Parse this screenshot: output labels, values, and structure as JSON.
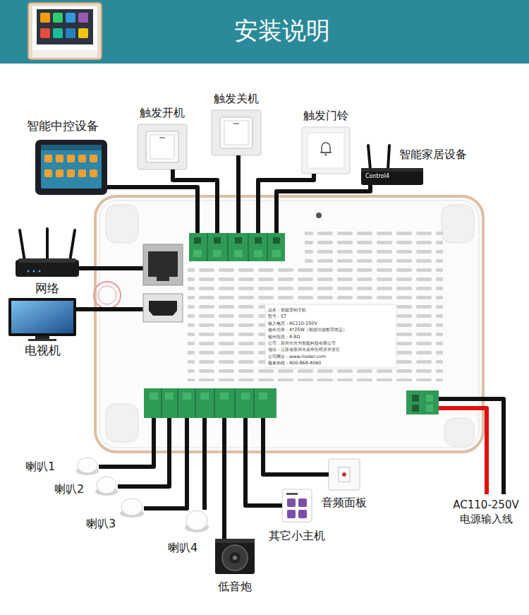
{
  "diagram": {
    "title": "安装说明",
    "nodes": [
      {
        "text": [
          "智能中控设备"
        ]
      },
      {
        "text": [
          "触发开机"
        ]
      },
      {
        "text": [
          "触发关机"
        ]
      },
      {
        "text": [
          "触发门铃"
        ]
      },
      {
        "text": [
          "智能家居设备",
          "Control4"
        ]
      },
      {
        "text": [
          "网络"
        ]
      },
      {
        "text": [
          "电视机"
        ]
      },
      {
        "text": [
          "品名：智能音响主机",
          "型号：S7",
          "输入电压：AC110-250V",
          "输出功率：4*25W（根据功放数字而定）",
          "输出阻抗：4-8Ω",
          "公司：苏州市吉为智能科技有限公司",
          "地址：江苏省苏州市吴中区经济开发区",
          "公司网址：www.insder.com",
          "服务热线：400-868-4060"
        ]
      },
      {
        "text": [
          "喇叭1"
        ]
      },
      {
        "text": [
          "喇叭2"
        ]
      },
      {
        "text": [
          "喇叭3"
        ]
      },
      {
        "text": [
          "喇叭4"
        ]
      },
      {
        "text": [
          "低音炮"
        ]
      },
      {
        "text": [
          "其它小主机"
        ]
      },
      {
        "text": [
          "音频面板"
        ]
      }
    ],
    "edges": [
      {
        "from": 7,
        "to": 0,
        "arrow": "none"
      },
      {
        "from": 7,
        "to": 1,
        "arrow": "none"
      },
      {
        "from": 7,
        "to": 2,
        "arrow": "none"
      },
      {
        "from": 7,
        "to": 3,
        "arrow": "none"
      },
      {
        "from": 7,
        "to": 4,
        "arrow": "none"
      },
      {
        "from": 7,
        "to": 5,
        "arrow": "none"
      },
      {
        "from": 7,
        "to": 6,
        "arrow": "none"
      },
      {
        "from": 7,
        "to": 8,
        "arrow": "none"
      },
      {
        "from": 7,
        "to": 9,
        "arrow": "none"
      },
      {
        "from": 7,
        "to": 10,
        "arrow": "none"
      },
      {
        "from": 7,
        "to": 11,
        "arrow": "none"
      },
      {
        "from": 7,
        "to": 12,
        "arrow": "none"
      },
      {
        "from": 7,
        "to": 13,
        "arrow": "none"
      },
      {
        "from": 7,
        "to": 14,
        "arrow": "none"
      }
    ],
    "labels": [
      "AC110-250V 电源输入线"
    ]
  }
}
